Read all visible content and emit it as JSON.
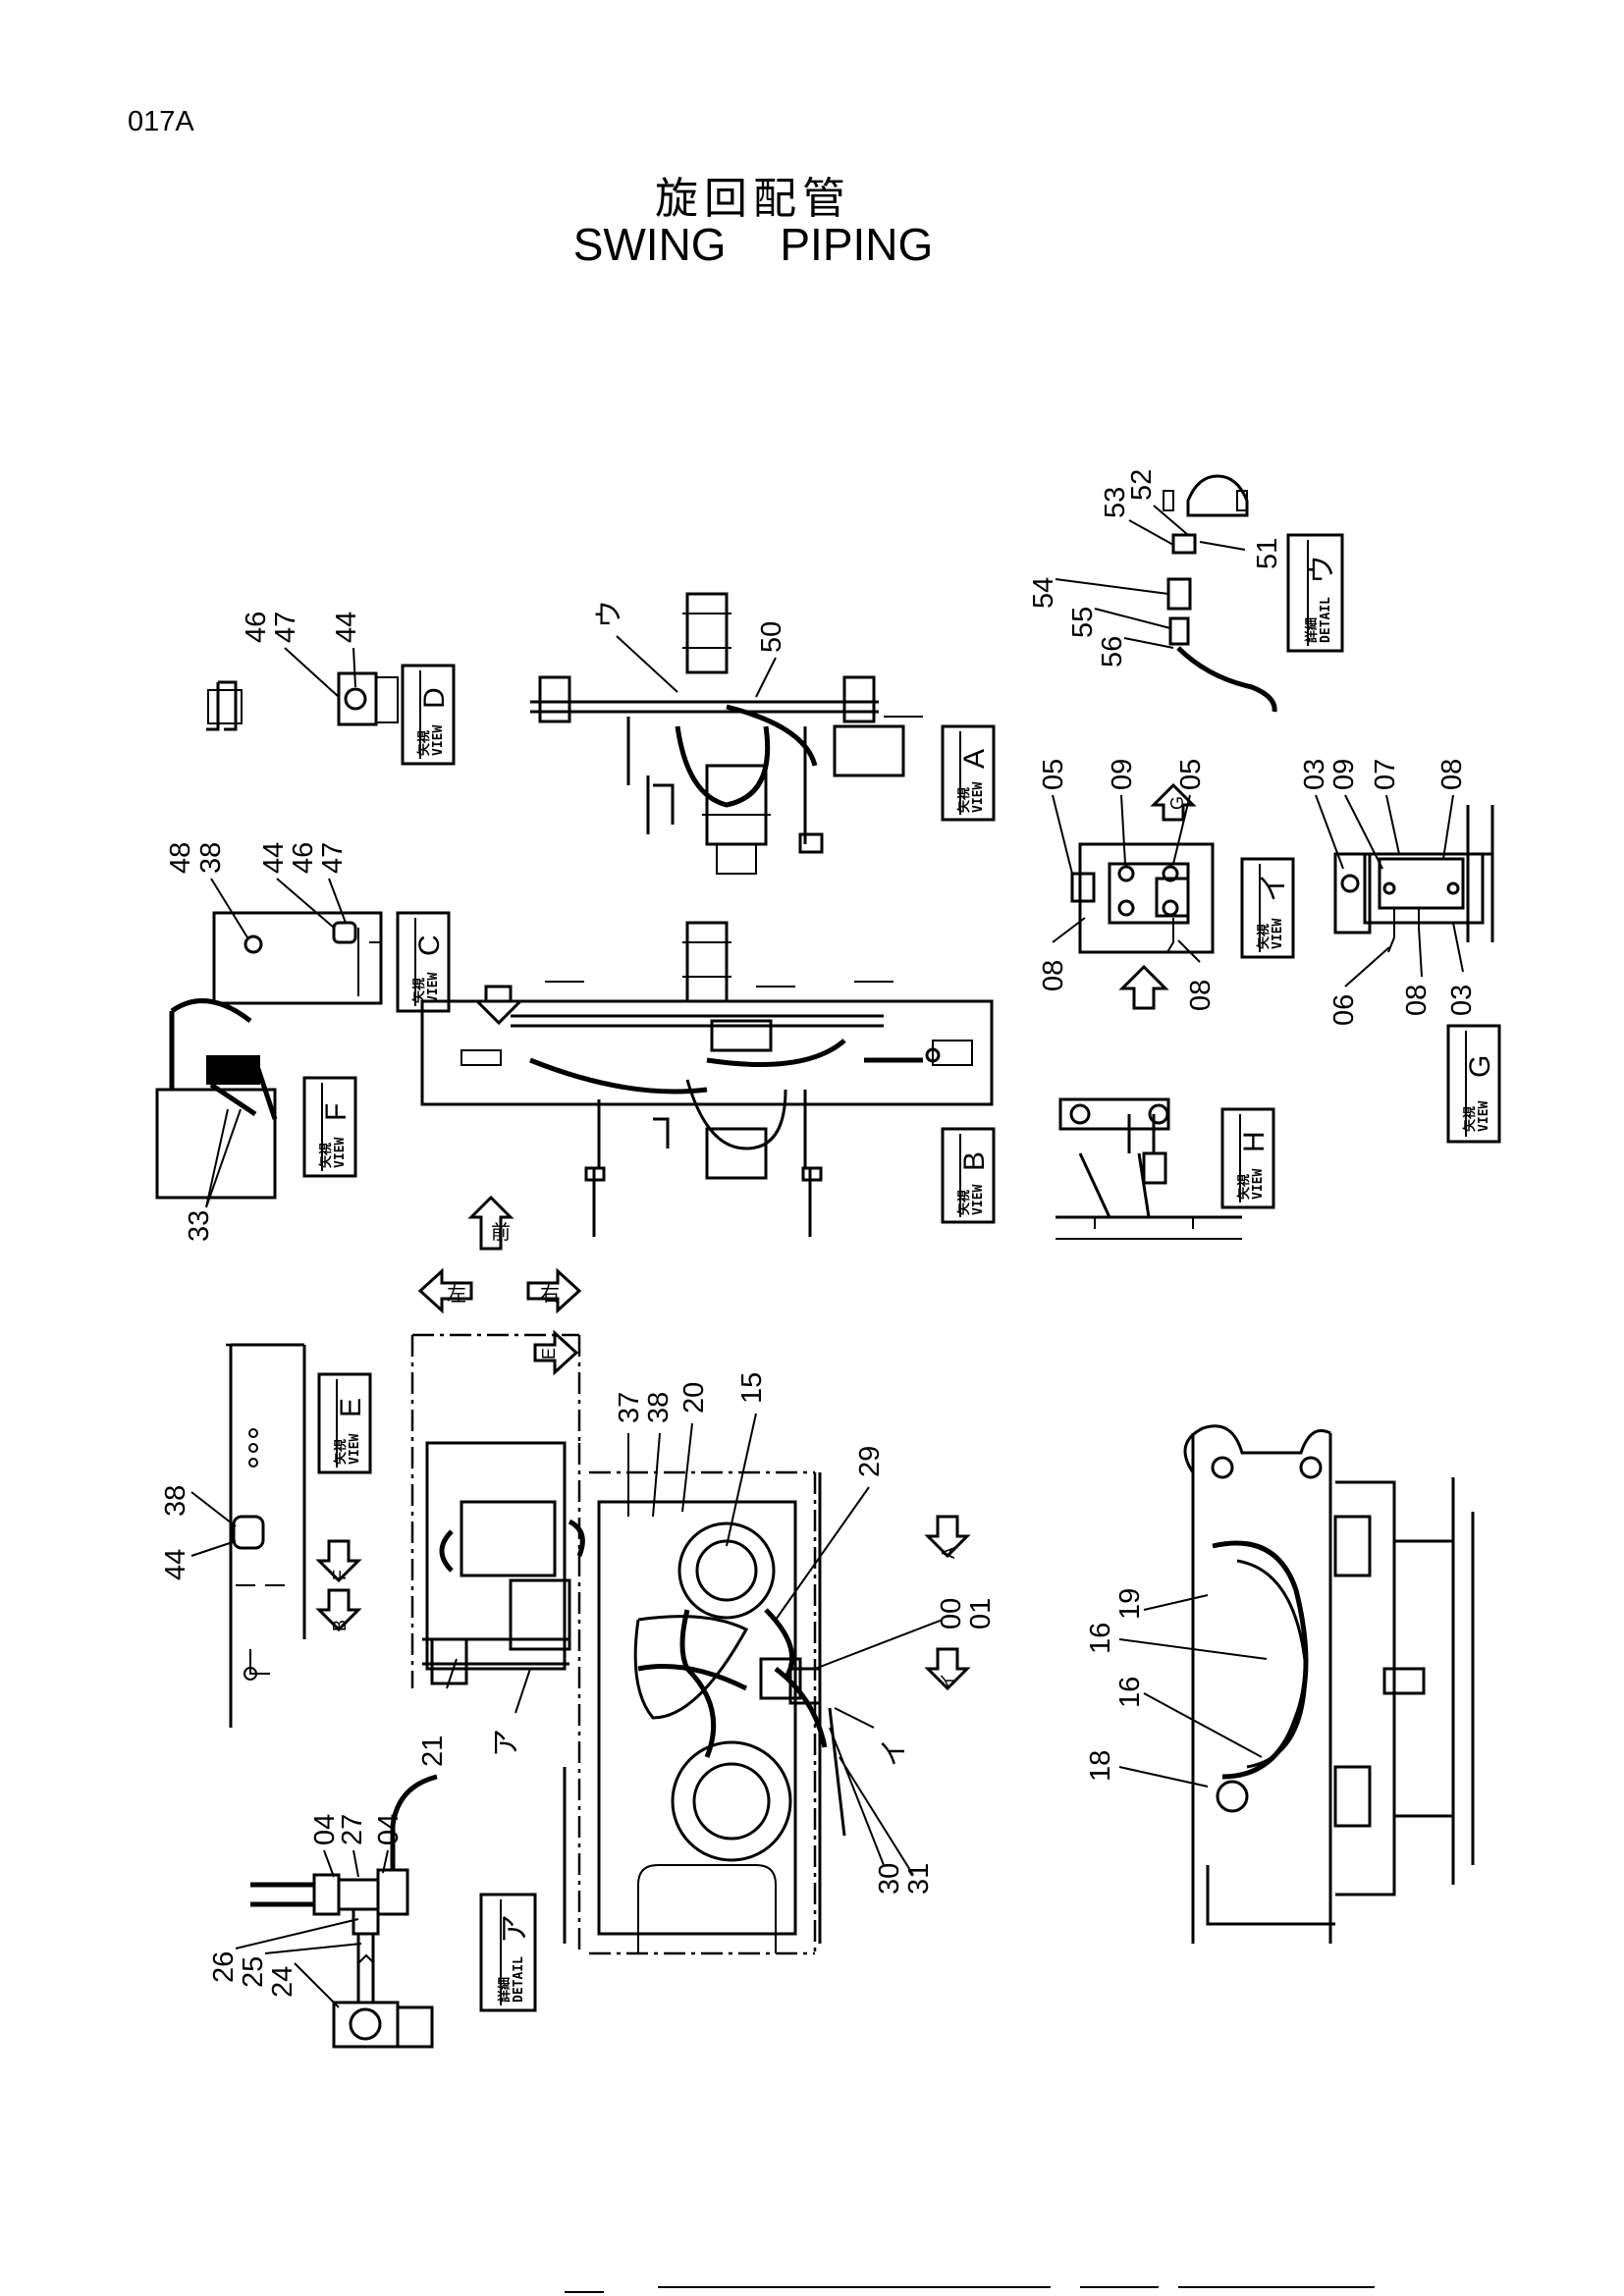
{
  "page": {
    "code": "017A",
    "title_jp": "旋回配管",
    "title_en": "SWING   PIPING"
  },
  "boxes": [
    {
      "id": "view-a",
      "kanji": "矢視",
      "word": "VIEW",
      "letter": "A"
    },
    {
      "id": "view-b",
      "kanji": "矢視",
      "word": "VIEW",
      "letter": "B"
    },
    {
      "id": "view-c",
      "kanji": "矢視",
      "word": "VIEW",
      "letter": "C"
    },
    {
      "id": "view-d",
      "kanji": "矢視",
      "word": "VIEW",
      "letter": "D"
    },
    {
      "id": "view-e",
      "kanji": "矢視",
      "word": "VIEW",
      "letter": "E"
    },
    {
      "id": "view-f",
      "kanji": "矢視",
      "word": "VIEW",
      "letter": "F"
    },
    {
      "id": "view-g",
      "kanji": "矢視",
      "word": "VIEW",
      "letter": "G"
    },
    {
      "id": "view-h",
      "kanji": "矢視",
      "word": "VIEW",
      "letter": "H"
    },
    {
      "id": "view-i",
      "kanji": "矢視",
      "word": "VIEW",
      "letter": "イ"
    },
    {
      "id": "detail-u",
      "kanji": "詳細",
      "word": "DETAIL",
      "letter": "ウ"
    },
    {
      "id": "detail-a",
      "kanji": "詳細",
      "word": "DETAIL",
      "letter": "ア"
    }
  ],
  "arrows": {
    "front": "前",
    "left": "左",
    "right": "右",
    "letters": [
      "A",
      "B",
      "E",
      "F",
      "G",
      "イ"
    ]
  },
  "callouts": {
    "view_d": [
      "46",
      "47",
      "44"
    ],
    "view_c": [
      "48",
      "38",
      "44",
      "46",
      "47"
    ],
    "view_f": [
      "33"
    ],
    "view_a": [
      "ウ",
      "50"
    ],
    "detail_u": [
      "53",
      "52",
      "51",
      "54",
      "55",
      "56"
    ],
    "view_i": [
      "05",
      "09",
      "05",
      "08",
      "08"
    ],
    "view_g": [
      "03",
      "09",
      "07",
      "08",
      "06",
      "08",
      "03"
    ],
    "view_e": [
      "38",
      "44"
    ],
    "plan": [
      "37",
      "38",
      "20",
      "15",
      "29",
      "00",
      "01",
      "21",
      "ア",
      "イ",
      "30",
      "31"
    ],
    "detail_a": [
      "04",
      "27",
      "04",
      "26",
      "25",
      "24"
    ],
    "side": [
      "19",
      "16",
      "16",
      "18"
    ]
  }
}
